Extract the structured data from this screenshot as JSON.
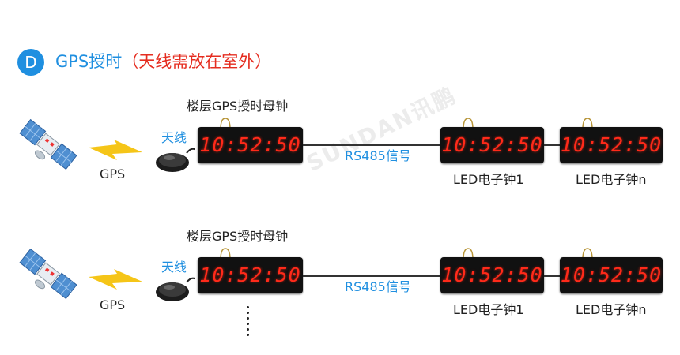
{
  "badge": "D",
  "heading": {
    "main": "GPS授时",
    "note": "（天线需放在室外）"
  },
  "rows": [
    {
      "gps_label": "GPS",
      "antenna_label": "天线",
      "master_label": "楼层GPS授时母钟",
      "master_time": "10:52:50",
      "link_label": "RS485信号",
      "slave1_label": "LED电子钟1",
      "slave1_time": "10:52:50",
      "slaven_label": "LED电子钟n",
      "slaven_time": "10:52:50"
    },
    {
      "gps_label": "GPS",
      "antenna_label": "天线",
      "master_label": "楼层GPS授时母钟",
      "master_time": "10:52:50",
      "link_label": "RS485信号",
      "slave1_label": "LED电子钟1",
      "slave1_time": "10:52:50",
      "slaven_label": "LED电子钟n",
      "slaven_time": "10:52:50"
    }
  ],
  "watermark": "SUNDAN讯鹏",
  "colors": {
    "accent": "#1f8fe0",
    "note": "#e52d20",
    "led": "#ff2a1a",
    "lightning": "#f5c518"
  },
  "icons": [
    "satellite-icon",
    "lightning-icon",
    "gps-antenna-icon",
    "clock-hook-icon"
  ]
}
